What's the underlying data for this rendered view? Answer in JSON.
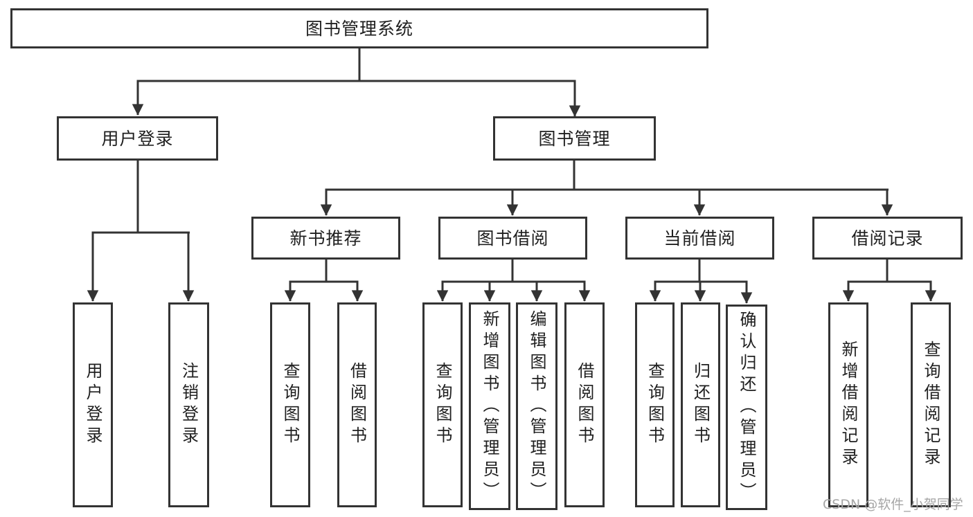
{
  "tree": {
    "label": "图书管理系统",
    "children": [
      {
        "label": "用户登录",
        "children": [
          {
            "label": "用户登录"
          },
          {
            "label": "注销登录"
          }
        ]
      },
      {
        "label": "图书管理",
        "children": [
          {
            "label": "新书推荐",
            "children": [
              {
                "label": "查询图书"
              },
              {
                "label": "借阅图书"
              }
            ]
          },
          {
            "label": "图书借阅",
            "children": [
              {
                "label": "查询图书"
              },
              {
                "label": "新增图书（管理员）"
              },
              {
                "label": "编辑图书（管理员）"
              },
              {
                "label": "借阅图书"
              }
            ]
          },
          {
            "label": "当前借阅",
            "children": [
              {
                "label": "查询图书"
              },
              {
                "label": "归还图书"
              },
              {
                "label": "确认归还（管理员）"
              }
            ]
          },
          {
            "label": "借阅记录",
            "children": [
              {
                "label": "新增借阅记录"
              },
              {
                "label": "查询借阅记录"
              }
            ]
          }
        ]
      }
    ]
  },
  "watermark": {
    "text": "CSDN @软件_小贺同学"
  },
  "colors": {
    "line": "#333333",
    "text": "#1f1f1f",
    "watermark": "#a6a6a6",
    "background": "#ffffff"
  }
}
